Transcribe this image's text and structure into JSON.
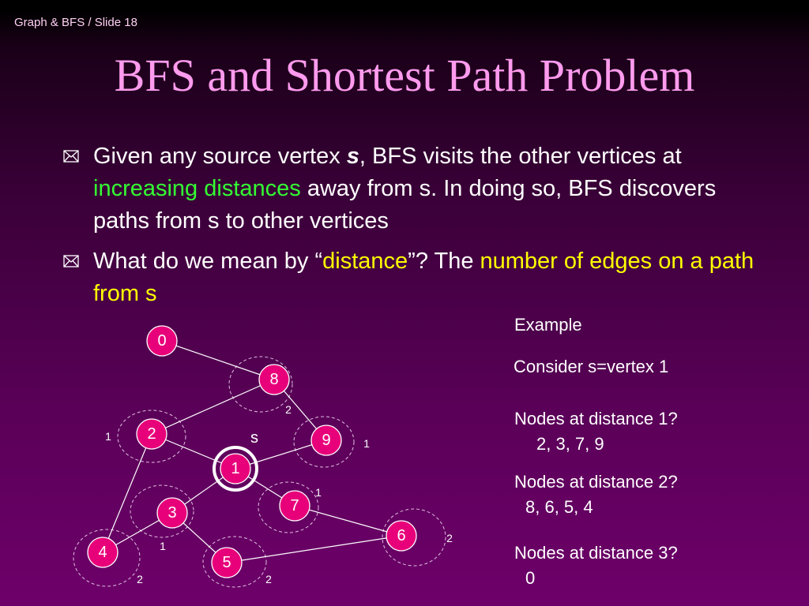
{
  "slide_label": "Graph & BFS / Slide 18",
  "title": "BFS and Shortest Path Problem",
  "bullets": [
    {
      "parts": [
        {
          "text": "Given any source vertex ",
          "style": "normal"
        },
        {
          "text": "s",
          "style": "bold-italic"
        },
        {
          "text": ", BFS visits the other vertices at ",
          "style": "normal"
        },
        {
          "text": "increasing distances",
          "style": "green"
        },
        {
          "text": " away from s.  In doing so, BFS discovers paths from s to other vertices",
          "style": "normal"
        }
      ]
    },
    {
      "parts": [
        {
          "text": "What do we mean by “",
          "style": "normal"
        },
        {
          "text": "distance",
          "style": "yellow"
        },
        {
          "text": "”?  The ",
          "style": "normal"
        },
        {
          "text": "number of edges on a path from s",
          "style": "yellow"
        }
      ]
    }
  ],
  "side": {
    "example": "Example",
    "consider": "Consider s=vertex 1",
    "q1": "Nodes at distance 1?",
    "a1": "2, 3, 7, 9",
    "q2": "Nodes at distance 2?",
    "a2": "8, 6, 5, 4",
    "q3": "Nodes at distance 3?",
    "a3": "0"
  },
  "graph": {
    "source_label": "s",
    "node_color": "#e8007a",
    "nodes": [
      "0",
      "8",
      "2",
      "9",
      "1",
      "3",
      "7",
      "4",
      "6",
      "5"
    ],
    "edges": [
      [
        "0",
        "8"
      ],
      [
        "8",
        "2"
      ],
      [
        "8",
        "9"
      ],
      [
        "2",
        "1"
      ],
      [
        "2",
        "4"
      ],
      [
        "1",
        "9"
      ],
      [
        "1",
        "3"
      ],
      [
        "1",
        "7"
      ],
      [
        "3",
        "4"
      ],
      [
        "3",
        "5"
      ],
      [
        "7",
        "6"
      ],
      [
        "5",
        "6"
      ]
    ],
    "distance_labels": [
      "2",
      "1",
      "1",
      "1",
      "1",
      "2",
      "2",
      "2"
    ]
  }
}
